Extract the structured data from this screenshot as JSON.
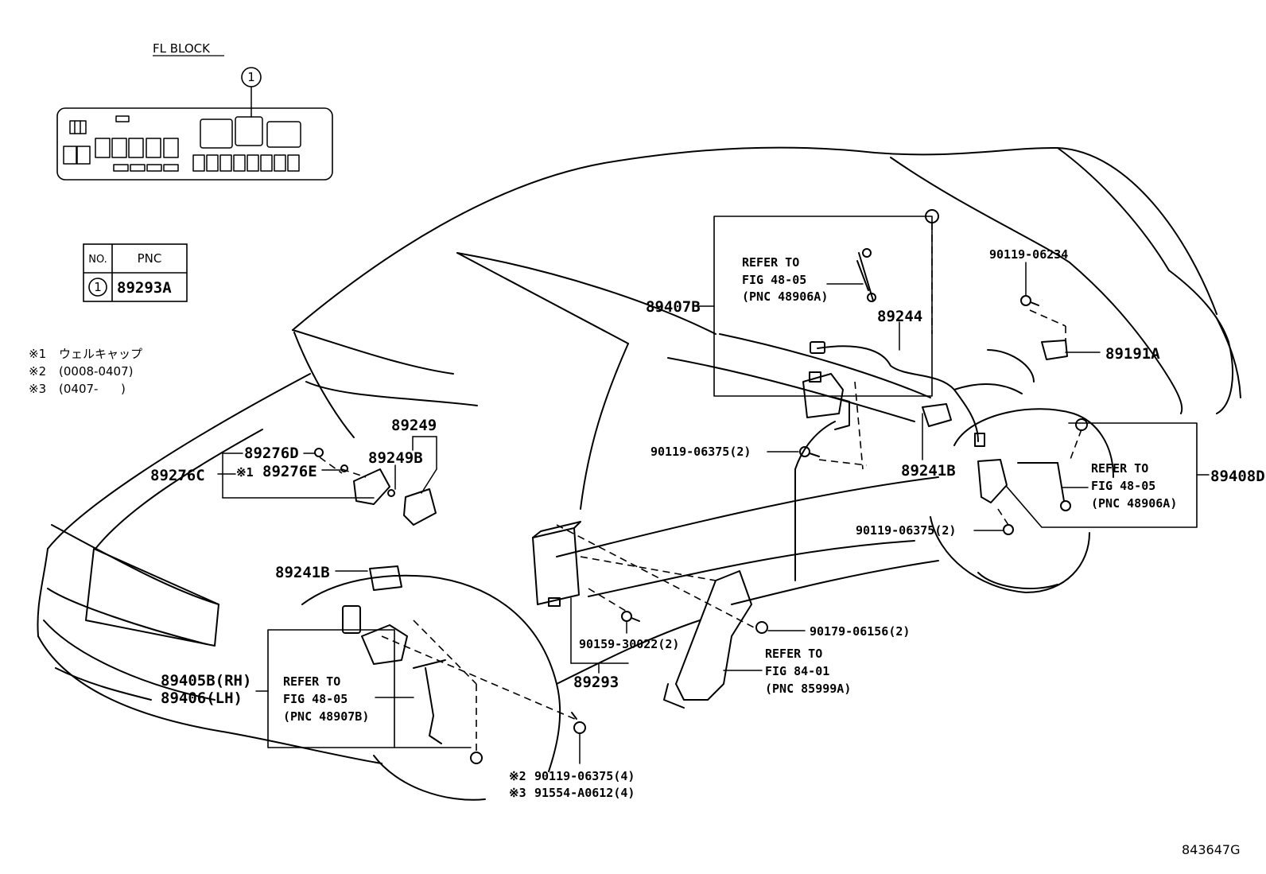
{
  "fl_block": {
    "title": "FL BLOCK",
    "callout": "1"
  },
  "pnc_table": {
    "headers": [
      "NO.",
      "PNC"
    ],
    "rows": [
      {
        "no": "1",
        "pnc": "89293A"
      }
    ]
  },
  "notes": [
    {
      "mark": "※1",
      "text": "ウェルキャップ"
    },
    {
      "mark": "※2",
      "text": "(0008-0407)"
    },
    {
      "mark": "※3",
      "text": "(0407-      )"
    }
  ],
  "callouts": {
    "p89407B": "89407B",
    "p89244": "89244",
    "p90119_06234": "90119-06234",
    "p89191A": "89191A",
    "p89249": "89249",
    "p89249B": "89249B",
    "p89276D": "89276D",
    "p89276C": "89276C",
    "p89276E_mark": "※1",
    "p89276E": "89276E",
    "p90119_06375_2_upper": "90119-06375(2)",
    "p89241B_right": "89241B",
    "p89408D": "89408D",
    "p90119_06375_2_lower": "90119-06375(2)",
    "p89241B_left": "89241B",
    "p90159_30022": "90159-30022(2)",
    "p89293": "89293",
    "p90179_06156": "90179-06156(2)",
    "p89405B": "89405B(RH)",
    "p89406": "89406(LH)",
    "p90119_06375_4_mark": "※2",
    "p90119_06375_4": "90119-06375(4)",
    "p91554_mark": "※3",
    "p91554": "91554-A0612(4)"
  },
  "refer_boxes": {
    "upper_left": {
      "l1": "REFER TO",
      "l2": "FIG 48-05",
      "l3": "(PNC 48906A)"
    },
    "right": {
      "l1": "REFER TO",
      "l2": "FIG 48-05",
      "l3": "(PNC 48906A)"
    },
    "bracket": {
      "l1": "REFER TO",
      "l2": "FIG 84-01",
      "l3": "(PNC 85999A)"
    },
    "front": {
      "l1": "REFER TO",
      "l2": "FIG 48-05",
      "l3": "(PNC 48907B)"
    }
  },
  "drawing_code": "843647G"
}
